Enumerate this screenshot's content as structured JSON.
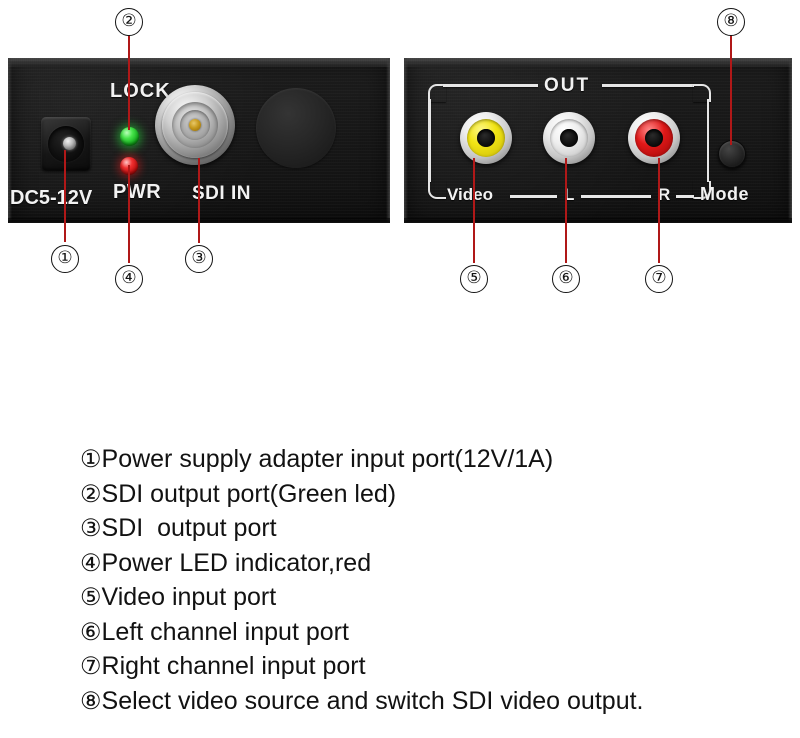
{
  "diagram": {
    "title": "SDI to AV converter port identification diagram",
    "devices": [
      {
        "name": "front-panel",
        "labels": {
          "dc_input": "DC5-12V",
          "lock": "LOCK",
          "power": "PWR",
          "sdi_in": "SDI IN"
        },
        "leds": [
          {
            "name": "lock-led",
            "color": "#2fd033",
            "label": "LOCK"
          },
          {
            "name": "power-led",
            "color": "#e02222",
            "label": "PWR"
          }
        ],
        "connectors": [
          {
            "name": "dc-jack",
            "label": "DC5-12V",
            "type": "barrel"
          },
          {
            "name": "bnc-jack",
            "label": "SDI IN",
            "type": "bnc"
          },
          {
            "name": "blank-cover",
            "label": "",
            "type": "blank-disc"
          }
        ]
      },
      {
        "name": "rear-panel",
        "labels": {
          "group": "OUT",
          "video": "Video",
          "left": "L",
          "right": "R",
          "mode": "Mode"
        },
        "connectors": [
          {
            "name": "rca-video",
            "label": "Video",
            "type": "rca",
            "color": "#f2e515"
          },
          {
            "name": "rca-left",
            "label": "L",
            "type": "rca",
            "color": "#f4f4f4"
          },
          {
            "name": "rca-right",
            "label": "R",
            "type": "rca",
            "color": "#e01818"
          },
          {
            "name": "mode-button",
            "label": "Mode",
            "type": "push-button"
          }
        ]
      }
    ],
    "callout_color": "#b01818",
    "callouts": [
      {
        "id": "1",
        "marker": "①",
        "target": "dc-jack"
      },
      {
        "id": "2",
        "marker": "②",
        "target": "lock-led"
      },
      {
        "id": "3",
        "marker": "③",
        "target": "bnc-jack"
      },
      {
        "id": "4",
        "marker": "④",
        "target": "power-led"
      },
      {
        "id": "5",
        "marker": "⑤",
        "target": "rca-video"
      },
      {
        "id": "6",
        "marker": "⑥",
        "target": "rca-left"
      },
      {
        "id": "7",
        "marker": "⑦",
        "target": "rca-right"
      },
      {
        "id": "8",
        "marker": "⑧",
        "target": "mode-button"
      }
    ]
  },
  "legend": {
    "items": [
      {
        "marker": "①",
        "text": "Power supply adapter input port(12V/1A)"
      },
      {
        "marker": "②",
        "text": "SDI output port(Green led)"
      },
      {
        "marker": "③",
        "text": "SDI  output port"
      },
      {
        "marker": "④",
        "text": "Power LED indicator,red"
      },
      {
        "marker": "⑤",
        "text": "Video input port"
      },
      {
        "marker": "⑥",
        "text": "Left channel input port"
      },
      {
        "marker": "⑦",
        "text": "Right channel input port"
      },
      {
        "marker": "⑧",
        "text": "Select video source and switch SDI video output."
      }
    ]
  }
}
